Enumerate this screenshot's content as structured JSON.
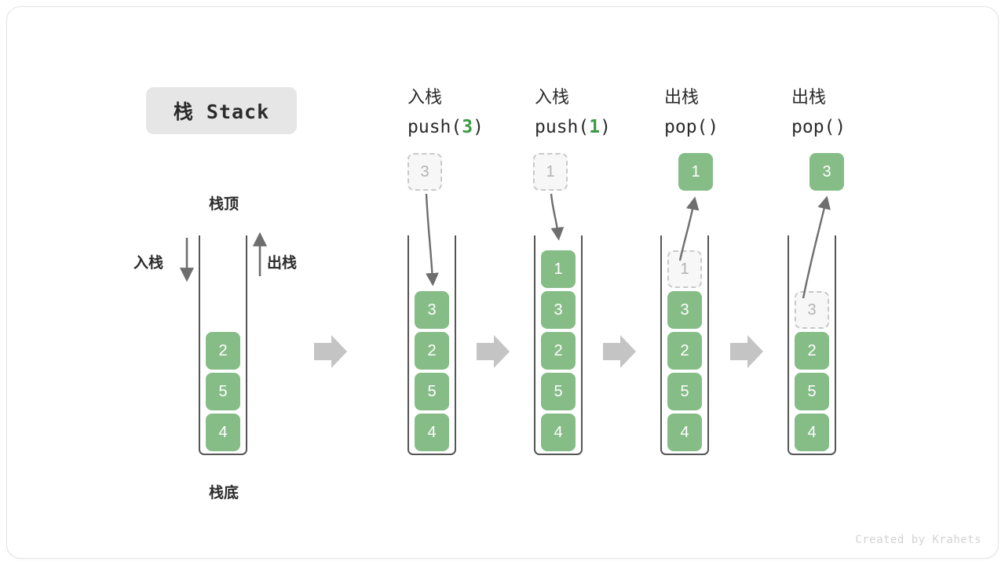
{
  "figure": {
    "title": "栈 Stack",
    "footer": "Created by Krahets",
    "colors": {
      "element": "#86bd87",
      "ghost_fill": "#f7f7f7",
      "ghost_border": "#c9c9c9",
      "ghost_text": "#b3b3b3",
      "arrow": "#6e6e6e",
      "step_arrow": "#c4c4c4",
      "text": "#2b2b2b",
      "accent_code": "#3c9a45",
      "chip_bg": "#e6e6e6"
    }
  },
  "labels": {
    "top": "栈顶",
    "bottom": "栈底",
    "push_axis": "入栈",
    "pop_axis": "出栈"
  },
  "columns": [
    {
      "id": "initial",
      "caption_cn": "",
      "caption_code": "",
      "cells": [
        "2",
        "5",
        "4"
      ],
      "ghost_index": -1
    },
    {
      "id": "push-3",
      "caption_cn": "入栈",
      "caption_code_prefix": "push(",
      "caption_code_arg": "3",
      "caption_code_suffix": ")",
      "float_box": {
        "value": "3",
        "style": "ghost"
      },
      "cells": [
        "3",
        "2",
        "5",
        "4"
      ],
      "ghost_index": -1
    },
    {
      "id": "push-1",
      "caption_cn": "入栈",
      "caption_code_prefix": "push(",
      "caption_code_arg": "1",
      "caption_code_suffix": ")",
      "float_box": {
        "value": "1",
        "style": "ghost"
      },
      "cells": [
        "1",
        "3",
        "2",
        "5",
        "4"
      ],
      "ghost_index": -1
    },
    {
      "id": "pop-1",
      "caption_cn": "出栈",
      "caption_code_prefix": "pop(",
      "caption_code_arg": "",
      "caption_code_suffix": ")",
      "float_box": {
        "value": "1",
        "style": "solid"
      },
      "cells": [
        "1",
        "3",
        "2",
        "5",
        "4"
      ],
      "ghost_index": 0
    },
    {
      "id": "pop-3",
      "caption_cn": "出栈",
      "caption_code_prefix": "pop(",
      "caption_code_arg": "",
      "caption_code_suffix": ")",
      "float_box": {
        "value": "3",
        "style": "solid"
      },
      "cells": [
        "3",
        "2",
        "5",
        "4"
      ],
      "ghost_index": 0
    }
  ],
  "chart_data": {
    "type": "diagram",
    "title": "栈 Stack",
    "description": "Stack push/pop operation sequence",
    "steps": [
      {
        "op": "initial",
        "stack_top_to_bottom": [
          "2",
          "5",
          "4"
        ]
      },
      {
        "op": "push(3)",
        "stack_top_to_bottom": [
          "3",
          "2",
          "5",
          "4"
        ]
      },
      {
        "op": "push(1)",
        "stack_top_to_bottom": [
          "1",
          "3",
          "2",
          "5",
          "4"
        ]
      },
      {
        "op": "pop()",
        "returned": "1",
        "stack_top_to_bottom": [
          "3",
          "2",
          "5",
          "4"
        ]
      },
      {
        "op": "pop()",
        "returned": "3",
        "stack_top_to_bottom": [
          "2",
          "5",
          "4"
        ]
      }
    ]
  }
}
